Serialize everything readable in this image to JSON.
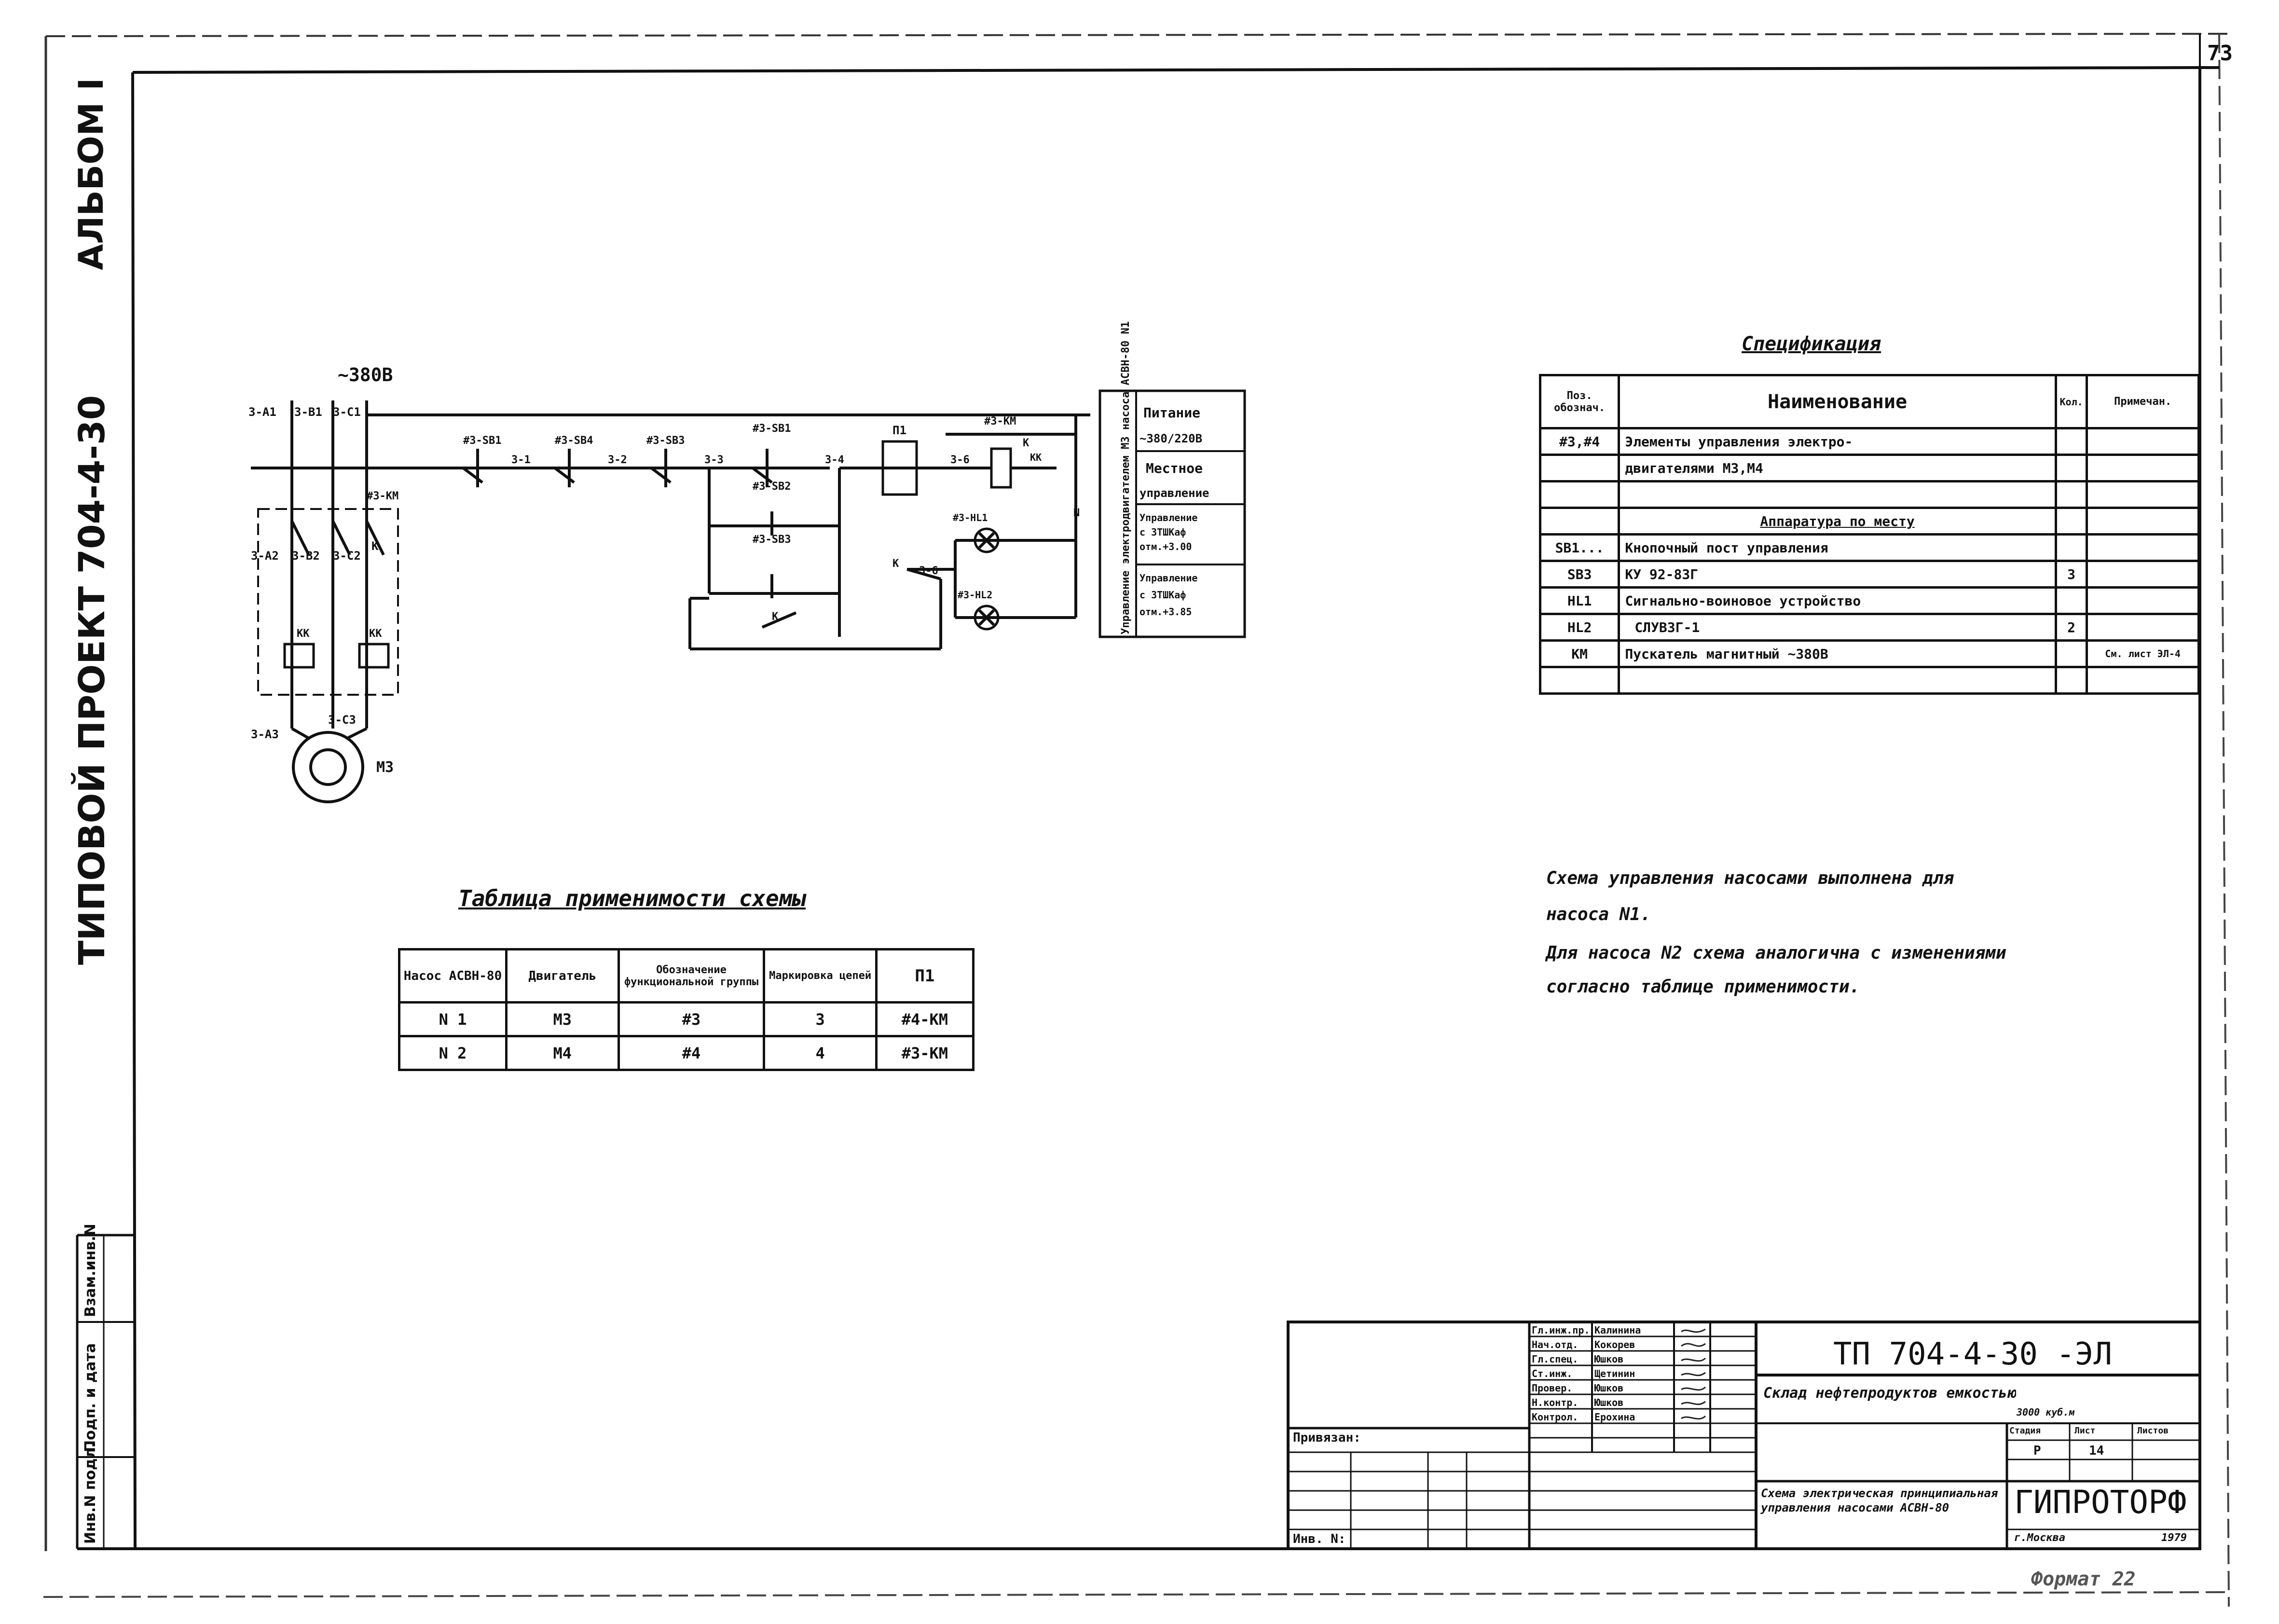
{
  "sheet": {
    "page_number": "73",
    "format_label": "Формат 22"
  },
  "side": {
    "album": "АЛЬБОМ I",
    "project": "ТИПОВОЙ ПРОЕКТ 704-4-30",
    "stamp_cells": [
      "Инв.N подл.",
      "Подп. и дата",
      "Взам.инв.N"
    ]
  },
  "schematic": {
    "supply_voltage": "~380В",
    "phase_labels": [
      "3-А1",
      "3-В1",
      "3-С1"
    ],
    "phase_labels_lower": [
      "3-А2",
      "3-В2",
      "3-С2"
    ],
    "motor_terminals": [
      "3-А3",
      "3-С3"
    ],
    "motor_label": "М3",
    "km_contact_label": "#3-КМ",
    "k_label": "К",
    "kk_label": "КК",
    "control_elements": [
      "#3-SB1",
      "#3-SB4",
      "#3-SB3",
      "#3-SB1",
      "П1",
      "#3-КМ"
    ],
    "wire_numbers": [
      "3-1",
      "3-2",
      "3-3",
      "3-4",
      "3-6",
      "3-6"
    ],
    "branch_buttons": [
      "#3-SB2",
      "#3-SB3"
    ],
    "lamp_labels": [
      "#3-HL1",
      "#3-HL2"
    ],
    "n_label": "N",
    "legend_vertical": "Управление электродвигателем М3 насоса АСВН-80 N1",
    "legend_rows": [
      "Питание ~380/220В",
      "Местное управление",
      "Управление с ЗТШКаф отм.+3.00",
      "Управление с ЗТШКаф отм.+3.85"
    ]
  },
  "applicability": {
    "title": "Таблица применимости схемы",
    "headers": [
      "Насос АСВН-80",
      "Двигатель",
      "Обозначение функциональной группы",
      "Маркировка цепей",
      "П1"
    ],
    "rows": [
      [
        "N 1",
        "М3",
        "#3",
        "3",
        "#4-КМ"
      ],
      [
        "N 2",
        "М4",
        "#4",
        "4",
        "#3-КМ"
      ]
    ]
  },
  "specification": {
    "title": "Спецификация",
    "headers": [
      "Поз. обознач.",
      "Наименование",
      "Кол.",
      "Примечан."
    ],
    "rows": [
      [
        "#3,#4",
        "Элементы управления электро-",
        "",
        ""
      ],
      [
        "",
        "двигателями М3,М4",
        "",
        ""
      ],
      [
        "",
        "",
        "",
        ""
      ],
      [
        "",
        "Аппаратура по месту",
        "",
        ""
      ],
      [
        "SB1...",
        "Кнопочный пост управления",
        "",
        ""
      ],
      [
        "SB3",
        "КУ 92-83Г",
        "3",
        ""
      ],
      [
        "HL1",
        "Сигнально-воиновое устройство",
        "",
        ""
      ],
      [
        "HL2",
        "СЛУВ3Г-1",
        "2",
        ""
      ],
      [
        "КМ",
        "Пускатель магнитный ~380В",
        "",
        "См. лист ЭЛ-4"
      ],
      [
        "",
        "",
        "",
        ""
      ]
    ]
  },
  "notes": [
    "Схема управления насосами выполнена для",
    "насоса N1.",
    "Для насоса N2 схема аналогична с изменениями",
    "согласно таблице применимости."
  ],
  "title_block": {
    "drawing_code": "ТП  704-4-30  -ЭЛ",
    "object_name": "Склад нефтепродуктов емкостью",
    "object_sub": "3000 куб.м",
    "sheet_title": "Схема электрическая принципиальная управления насосами АСВН-80",
    "stage_headers": [
      "Стадия",
      "Лист",
      "Листов"
    ],
    "stage_values": [
      "Р",
      "14",
      ""
    ],
    "organization": "ГИПРОТОРФ",
    "city": "г.Москва",
    "year": "1979",
    "privyazan": "Привязан:",
    "inv_no": "Инв. N:",
    "signers": [
      [
        "Гл.инж.пр.",
        "Калинина"
      ],
      [
        "Нач.отд.",
        "Кокорев"
      ],
      [
        "Гл.спец.",
        "Юшков"
      ],
      [
        "Ст.инж.",
        "Щетинин"
      ],
      [
        "Провер.",
        "Юшков"
      ],
      [
        "Н.контр.",
        "Юшков"
      ],
      [
        "Контрол.",
        "Ерохина"
      ]
    ]
  }
}
